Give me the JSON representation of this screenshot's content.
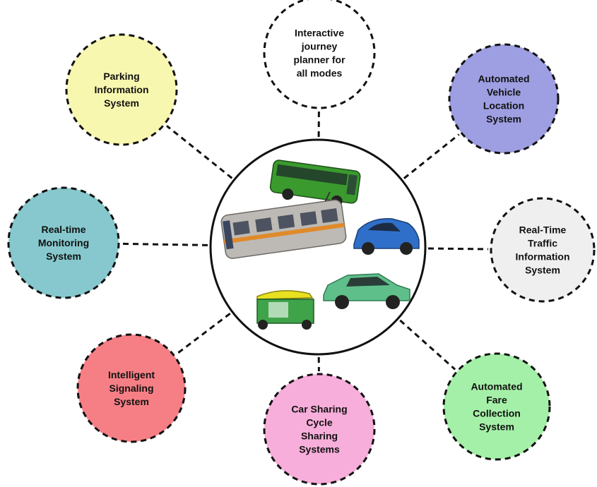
{
  "diagram": {
    "hub": {
      "vehicles": [
        {
          "kind": "bus",
          "color": "#3a9a2e"
        },
        {
          "kind": "metro-train",
          "color": "#b9b6b2"
        },
        {
          "kind": "hatchback-car",
          "color": "#2f6fc9"
        },
        {
          "kind": "sedan-taxi",
          "color": "#5fbf8a"
        },
        {
          "kind": "auto-rickshaw",
          "color": "#e8e020"
        }
      ]
    },
    "nodes": [
      {
        "id": "journey-planner",
        "lines": [
          "Interactive",
          "journey",
          "planner for",
          "all modes"
        ],
        "fill": "#ffffff"
      },
      {
        "id": "vehicle-location",
        "lines": [
          "Automated",
          "Vehicle",
          "Location",
          "System"
        ],
        "fill": "#9e9ee2"
      },
      {
        "id": "traffic-info",
        "lines": [
          "Real-Time",
          "Traffic",
          "Information",
          "System"
        ],
        "fill": "#efefef"
      },
      {
        "id": "fare-collection",
        "lines": [
          "Automated",
          "Fare",
          "Collection",
          "System"
        ],
        "fill": "#a5f0a8"
      },
      {
        "id": "car-sharing",
        "lines": [
          "Car Sharing",
          "Cycle",
          "Sharing",
          "Systems"
        ],
        "fill": "#f8aeda"
      },
      {
        "id": "signaling",
        "lines": [
          "Intelligent",
          "Signaling",
          "System"
        ],
        "fill": "#f67f86"
      },
      {
        "id": "monitoring",
        "lines": [
          "Real-time",
          "Monitoring",
          "System"
        ],
        "fill": "#86c8cd"
      },
      {
        "id": "parking-info",
        "lines": [
          "Parking",
          "Information",
          "System"
        ],
        "fill": "#f8f7b0"
      }
    ]
  }
}
